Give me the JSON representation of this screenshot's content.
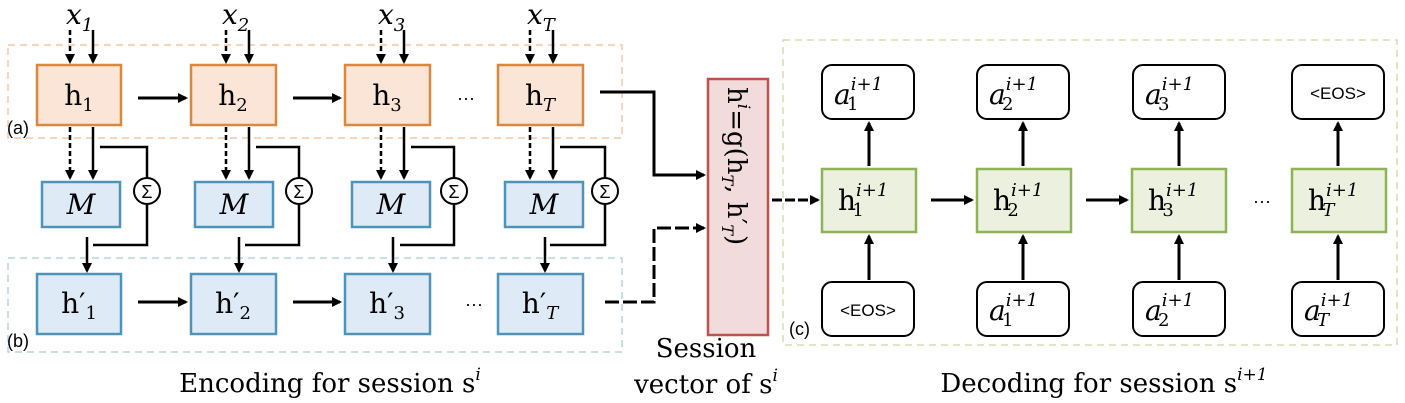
{
  "encoder": {
    "inputs": [
      "x",
      "x",
      "x",
      "x"
    ],
    "input_subs": [
      "1",
      "2",
      "3",
      "T"
    ],
    "hidden": [
      "h",
      "h",
      "h",
      "h"
    ],
    "hidden_subs": [
      "1",
      "2",
      "3",
      "T"
    ],
    "memory_label": "M",
    "sum_symbol": "Σ",
    "hidden_prime": [
      "h′",
      "h′",
      "h′",
      "h′"
    ],
    "hidden_prime_subs": [
      "1",
      "2",
      "3",
      "T"
    ],
    "ellipsis": "···",
    "panel_a_label": "(a)",
    "panel_b_label": "(b)",
    "caption_main": "Encoding for session s",
    "caption_sup": "i"
  },
  "session_vector": {
    "formula": "h",
    "formula_sup": "i",
    "formula_rest": "=g(h",
    "formula_sub1": "T",
    "formula_comma": ", h′",
    "formula_sub2": "T",
    "formula_close": ")",
    "caption_line1": "Session",
    "caption_line2": "vector of s",
    "caption_sup": "i"
  },
  "decoder": {
    "outputs": [
      {
        "base": "a",
        "sub": "1",
        "sup": "i+1"
      },
      {
        "base": "a",
        "sub": "2",
        "sup": "i+1"
      },
      {
        "base": "a",
        "sub": "3",
        "sup": "i+1"
      },
      {
        "text": "<EOS>"
      }
    ],
    "hidden": [
      {
        "base": "h",
        "sub": "1",
        "sup": "i+1"
      },
      {
        "base": "h",
        "sub": "2",
        "sup": "i+1"
      },
      {
        "base": "h",
        "sub": "3",
        "sup": "i+1"
      },
      {
        "base": "h",
        "sub": "T",
        "sup": "i+1"
      }
    ],
    "inputs": [
      {
        "text": "<EOS>"
      },
      {
        "base": "a",
        "sub": "1",
        "sup": "i+1"
      },
      {
        "base": "a",
        "sub": "2",
        "sup": "i+1"
      },
      {
        "base": "a",
        "sub": "T",
        "sup": "i+1"
      }
    ],
    "ellipsis": "···",
    "panel_c_label": "(c)",
    "caption_main": "Decoding for session s",
    "caption_sup": "i+1"
  },
  "colors": {
    "encoder_fill": "#fbe5d6",
    "encoder_stroke": "#d9883f",
    "memory_fill": "#deebf7",
    "memory_stroke": "#4f94b8",
    "vector_fill": "#f2dcdb",
    "vector_stroke": "#c0504d",
    "decoder_fill": "#ebf1de",
    "decoder_stroke": "#8db356",
    "panel_a_dash": "#f4c7a8",
    "panel_b_dash": "#b9d3e4",
    "panel_c_dash": "#d8dcb0"
  }
}
